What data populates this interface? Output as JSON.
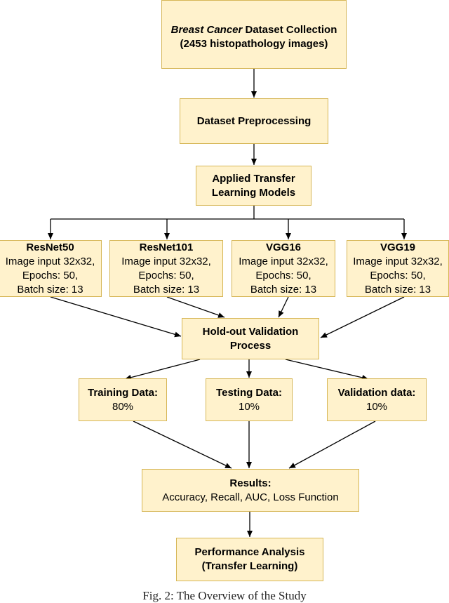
{
  "nodes": {
    "dataset": {
      "title_italic": "Breast Cancer",
      "title_rest": " Dataset Collection",
      "subtitle": "(2453 histopathology images)"
    },
    "preprocessing": {
      "label": "Dataset Preprocessing"
    },
    "transfer": {
      "line1": "Applied Transfer",
      "line2": "Learning Models"
    },
    "models": [
      {
        "name": "ResNet50",
        "input": "Image input 32x32,",
        "epochs": "Epochs: 50,",
        "batch": "Batch size: 13"
      },
      {
        "name": "ResNet101",
        "input": "Image input 32x32,",
        "epochs": "Epochs: 50,",
        "batch": "Batch size: 13"
      },
      {
        "name": "VGG16",
        "input": "Image input 32x32,",
        "epochs": "Epochs: 50,",
        "batch": "Batch size: 13"
      },
      {
        "name": "VGG19",
        "input": "Image input 32x32,",
        "epochs": "Epochs: 50,",
        "batch": "Batch size: 13"
      }
    ],
    "holdout": {
      "line1": "Hold-out Validation",
      "line2": "Process"
    },
    "splits": [
      {
        "label": "Training Data:",
        "value": "80%"
      },
      {
        "label": "Testing Data:",
        "value": "10%"
      },
      {
        "label": "Validation data:",
        "value": "10%"
      }
    ],
    "results": {
      "title": "Results:",
      "metrics": "Accuracy, Recall, AUC, Loss Function"
    },
    "performance": {
      "line1": "Performance Analysis",
      "line2": "(Transfer Learning)"
    }
  },
  "caption": "Fig. 2: The Overview of the Study",
  "colors": {
    "box_fill": "#fff2cc",
    "box_border": "#d6b656",
    "arrow": "#000000"
  }
}
